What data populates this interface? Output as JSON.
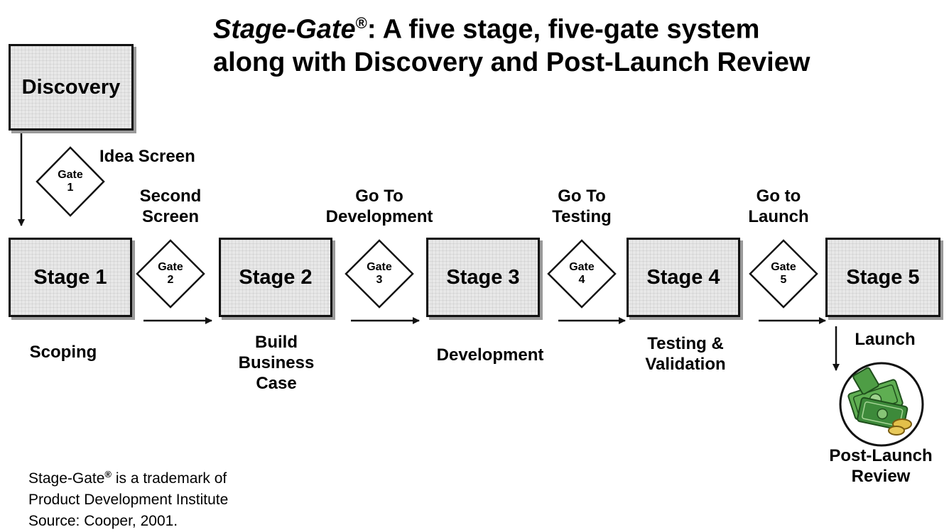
{
  "title": {
    "line1_italic": "Stage-Gate",
    "line1_mark": "®",
    "line1_rest": ":  A five stage, five-gate system",
    "line2": "along with Discovery and Post-Launch Review"
  },
  "discovery": {
    "label": "Discovery"
  },
  "stages": [
    {
      "label": "Stage 1",
      "caption": [
        "Scoping"
      ]
    },
    {
      "label": "Stage 2",
      "caption": [
        "Build",
        "Business",
        "Case"
      ]
    },
    {
      "label": "Stage 3",
      "caption": [
        "Development"
      ]
    },
    {
      "label": "Stage 4",
      "caption": [
        "Testing &",
        "Validation"
      ]
    },
    {
      "label": "Stage 5",
      "caption": [
        "Launch"
      ]
    }
  ],
  "gates": [
    {
      "word": "Gate",
      "number": "1",
      "name": [
        "Idea Screen"
      ]
    },
    {
      "word": "Gate",
      "number": "2",
      "name": [
        "Second",
        "Screen"
      ]
    },
    {
      "word": "Gate",
      "number": "3",
      "name": [
        "Go To",
        "Development"
      ]
    },
    {
      "word": "Gate",
      "number": "4",
      "name": [
        "Go To",
        "Testing"
      ]
    },
    {
      "word": "Gate",
      "number": "5",
      "name": [
        "Go to",
        "Launch"
      ]
    }
  ],
  "post_launch": {
    "label": [
      "Post-Launch",
      "Review"
    ],
    "icon": "money-icon"
  },
  "note": {
    "line1_a": "Stage-Gate",
    "line1_mark": "®",
    "line1_b": " is a trademark of",
    "line2": "Product Development Institute",
    "line3": "Source: Cooper, 2001."
  },
  "colors": {
    "box_fill": "#e8e8e8",
    "stroke": "#111111",
    "money_green": "#3d8a3a"
  }
}
